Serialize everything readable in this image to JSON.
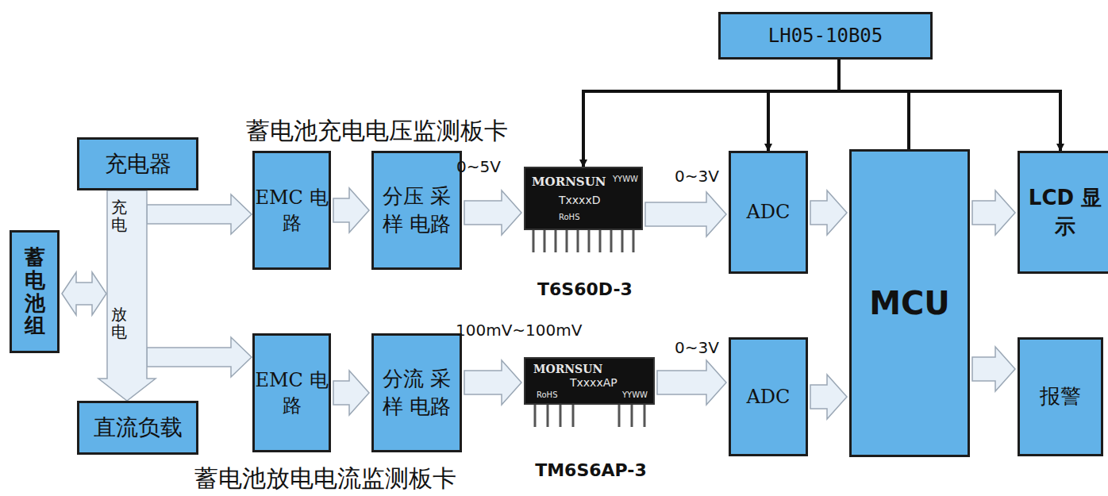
{
  "diagram": {
    "nodes": [
      {
        "text": [
          "LH05-10B05"
        ]
      },
      {
        "text": [
          "充电器"
        ]
      },
      {
        "text": [
          "蓄电池组"
        ]
      },
      {
        "text": [
          "直流负载"
        ]
      },
      {
        "text": [
          "EMC 电路"
        ]
      },
      {
        "text": [
          "分压 采样 电路"
        ]
      },
      {
        "text": [
          "T6S60D-3",
          "MORNSUN",
          "TxxxxD",
          "RoHS",
          "YYWW"
        ]
      },
      {
        "text": [
          "ADC"
        ]
      },
      {
        "text": [
          "MCU"
        ]
      },
      {
        "text": [
          "LCD 显示"
        ]
      },
      {
        "text": [
          "EMC 电路"
        ]
      },
      {
        "text": [
          "分流 采样 电路"
        ]
      },
      {
        "text": [
          "TM6S6AP-3",
          "MORNSUN",
          "TxxxxAP",
          "RoHS",
          "YYWW"
        ]
      },
      {
        "text": [
          "ADC"
        ]
      },
      {
        "text": [
          "报警"
        ]
      }
    ],
    "edges": [
      {
        "from": 1,
        "to": 3,
        "arrow": "to"
      },
      {
        "from": 4,
        "to": 5,
        "arrow": "to"
      },
      {
        "from": 5,
        "to": 6,
        "arrow": "to",
        "label": "0~5V"
      },
      {
        "from": 6,
        "to": 7,
        "arrow": "to",
        "label": "0~3V"
      },
      {
        "from": 7,
        "to": 8,
        "arrow": "to"
      },
      {
        "from": 8,
        "to": 9,
        "arrow": "to"
      },
      {
        "from": 10,
        "to": 11,
        "arrow": "to"
      },
      {
        "from": 11,
        "to": 12,
        "arrow": "to",
        "label": "100mV~100mV"
      },
      {
        "from": 12,
        "to": 13,
        "arrow": "to",
        "label": "0~3V"
      },
      {
        "from": 13,
        "to": 8,
        "arrow": "to"
      },
      {
        "from": 8,
        "to": 14,
        "arrow": "to"
      },
      {
        "from": 0,
        "to": 6,
        "arrow": "to"
      },
      {
        "from": 0,
        "to": 7,
        "arrow": "to"
      },
      {
        "from": 0,
        "to": 8,
        "arrow": "none"
      },
      {
        "from": 0,
        "to": 9,
        "arrow": "to"
      }
    ],
    "labels": [
      "蓄电池充电电压监测板卡",
      "蓄电池放电电流监测板卡",
      "充电",
      "放电"
    ]
  }
}
